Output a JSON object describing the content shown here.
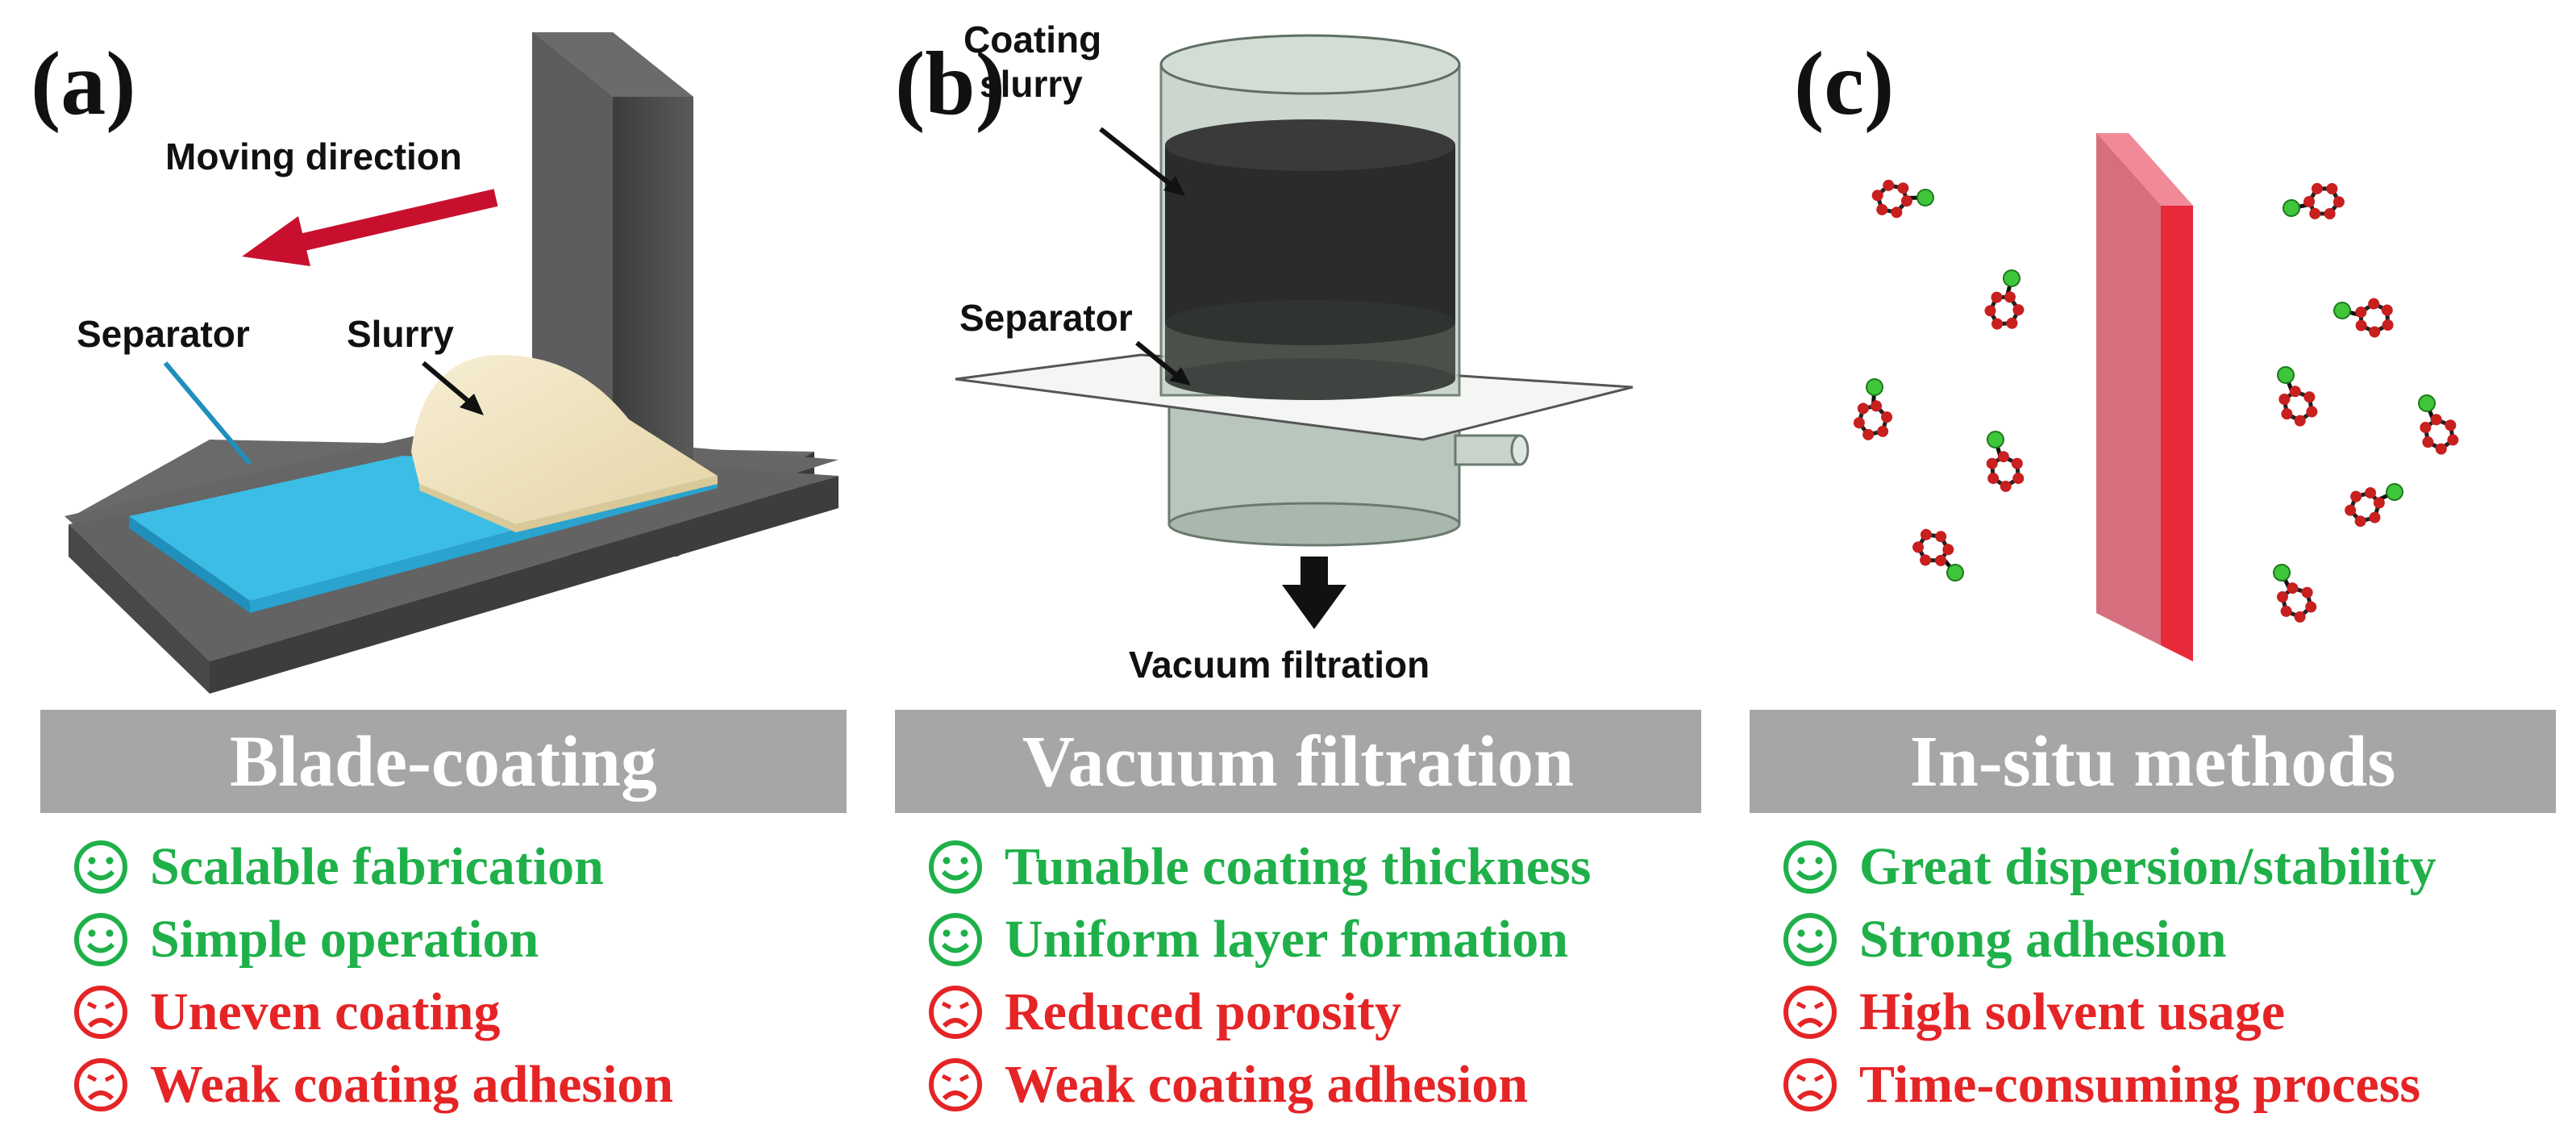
{
  "panels": [
    {
      "label": "(a)",
      "title": "Blade-coating",
      "annotations": {
        "direction": "Moving direction",
        "separator": "Separator",
        "slurry": "Slurry"
      },
      "items": [
        {
          "type": "pro",
          "text": "Scalable fabrication"
        },
        {
          "type": "pro",
          "text": "Simple operation"
        },
        {
          "type": "con",
          "text": "Uneven coating"
        },
        {
          "type": "con",
          "text": "Weak coating adhesion"
        }
      ]
    },
    {
      "label": "(b)",
      "title": "Vacuum filtration",
      "annotations": {
        "slurry_line1": "Coating",
        "slurry_line2": "slurry",
        "separator": "Separator",
        "vacuum": "Vacuum filtration"
      },
      "items": [
        {
          "type": "pro",
          "text": "Tunable coating thickness"
        },
        {
          "type": "pro",
          "text": "Uniform layer formation"
        },
        {
          "type": "con",
          "text": "Reduced porosity"
        },
        {
          "type": "con",
          "text": "Weak coating adhesion"
        }
      ]
    },
    {
      "label": "(c)",
      "title": "In-situ methods",
      "items": [
        {
          "type": "pro",
          "text": "Great dispersion/stability"
        },
        {
          "type": "pro",
          "text": "Strong adhesion"
        },
        {
          "type": "con",
          "text": "High solvent usage"
        },
        {
          "type": "con",
          "text": "Time-consuming process"
        }
      ]
    }
  ],
  "colors": {
    "pro": "#1fb04a",
    "con": "#e52426",
    "banner": "#a6a6a6",
    "separator_blue": "#3bbde6",
    "slurry_beige": "#f1e6c4",
    "wall_red": "#e8293a"
  },
  "icons": {
    "pro": "smiley-face-icon",
    "con": "frowning-face-icon"
  }
}
